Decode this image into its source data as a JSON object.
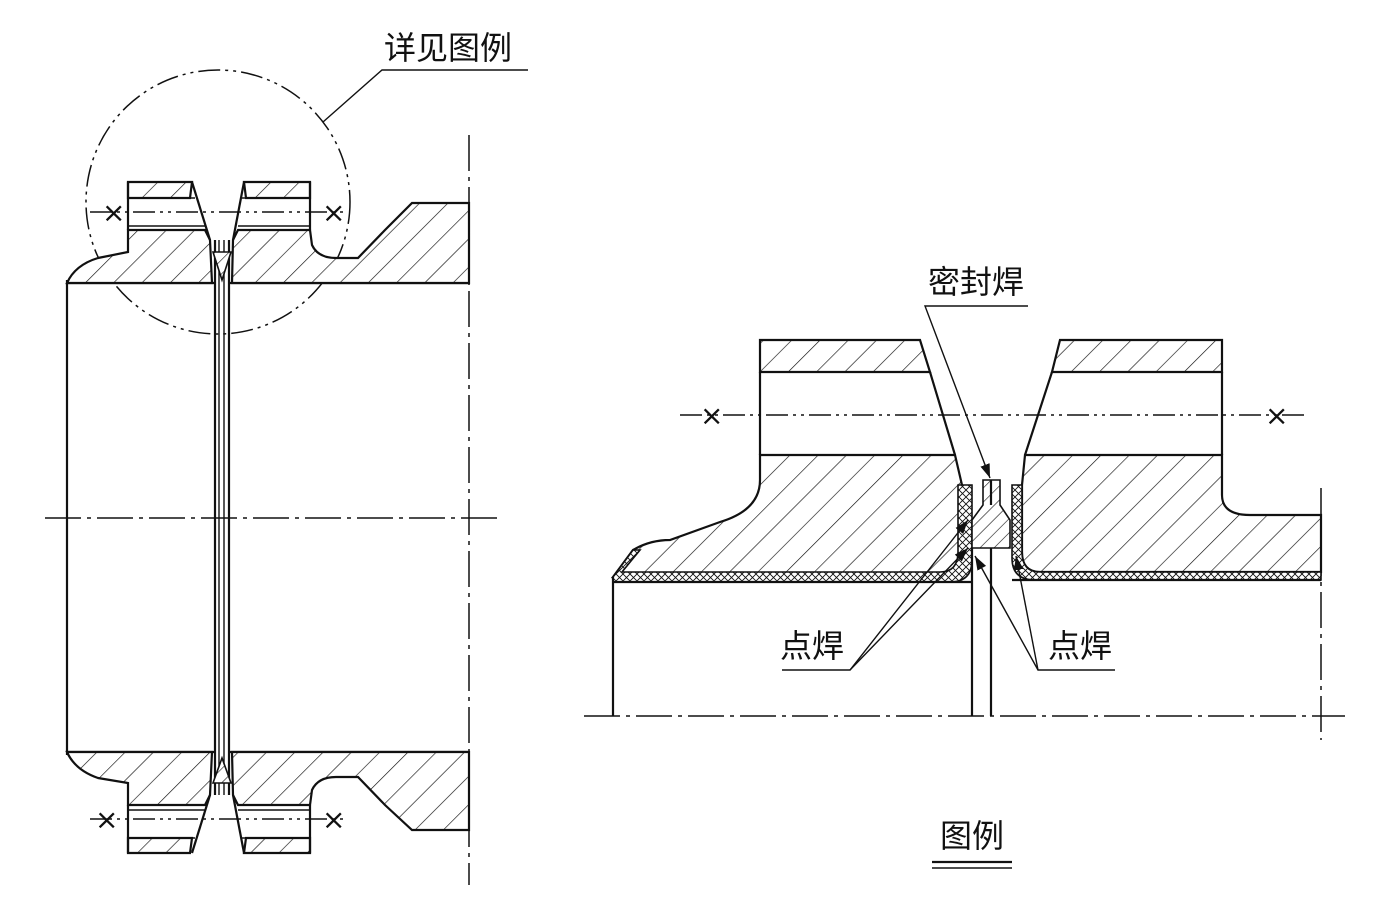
{
  "labels": {
    "detail_ref": "详见图例",
    "seal_weld": "密封焊",
    "spot_weld_left": "点焊",
    "spot_weld_right": "点焊",
    "legend_title": "图例"
  },
  "colors": {
    "line": "#111111",
    "background": "#ffffff"
  },
  "symbols": {
    "weld_spot_marks": [
      "×",
      "×",
      "×",
      "×",
      "×",
      "×"
    ]
  }
}
